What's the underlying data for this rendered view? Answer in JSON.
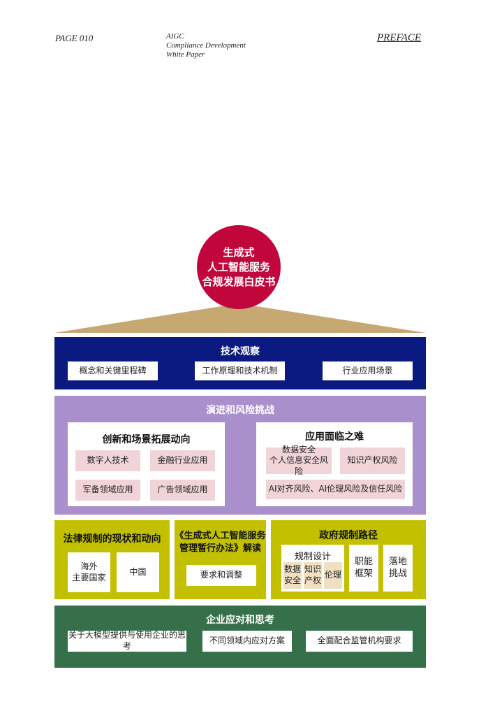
{
  "header": {
    "page": "PAGE 010",
    "doc_line1": "AIGC",
    "doc_line2": "Compliance Development",
    "doc_line3": "White Paper",
    "section": "PREFACE"
  },
  "diagram": {
    "center": {
      "line1": "生成式",
      "line2": "人工智能服务",
      "line3": "合规发展白皮书"
    },
    "tech": {
      "title": "技术观察",
      "items": [
        "概念和关键里程碑",
        "工作原理和技术机制",
        "行业应用场景"
      ]
    },
    "evolution": {
      "title": "演进和风险挑战",
      "innovation": {
        "title": "创新和场景拓展动向",
        "items": [
          "数字人技术",
          "金融行业应用",
          "军备领域应用",
          "广告领域应用"
        ]
      },
      "challenges": {
        "title": "应用面临之难",
        "item1_line1": "数据安全",
        "item1_line2": "个人信息安全风险",
        "item2": "知识产权风险",
        "item3": "AI对齐风险、AI伦理风险及信任风险"
      }
    },
    "law": {
      "title": "法律规制的现状和动向",
      "overseas_line1": "海外",
      "overseas_line2": "主要国家",
      "china": "中国"
    },
    "measures": {
      "title_line1": "《生成式人工智能服务",
      "title_line2": "管理暂行办法》解读",
      "item": "要求和调整"
    },
    "gov": {
      "title": "政府规制路径",
      "design": "规制设计",
      "sub1_line1": "数据",
      "sub1_line2": "安全",
      "sub2_line1": "知识",
      "sub2_line2": "产权",
      "sub3": "伦理",
      "frame_line1": "职能",
      "frame_line2": "框架",
      "impl_line1": "落地",
      "impl_line2": "挑战"
    },
    "enterprise": {
      "title": "企业应对和思考",
      "items": [
        "关于大模型提供与使用企业的思考",
        "不同领域内应对方案",
        "全面配合监管机构要求"
      ]
    }
  },
  "colors": {
    "circle": "#c1063b",
    "roof": "#c6a873",
    "tech": "#0b1a80",
    "evolution": "#a98fcc",
    "law": "#c3c000",
    "enterprise": "#36704a"
  }
}
